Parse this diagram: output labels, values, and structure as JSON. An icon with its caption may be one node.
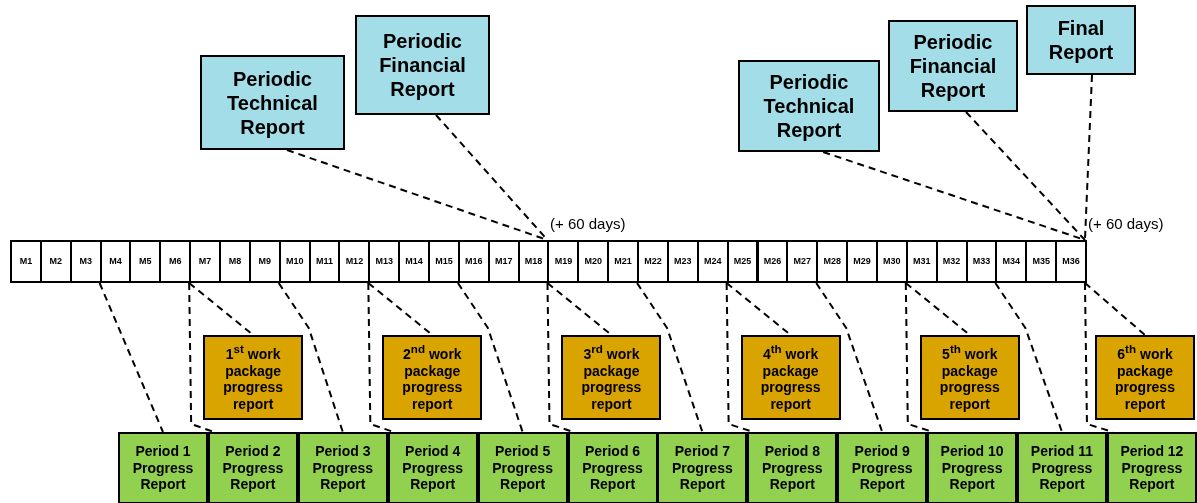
{
  "diagram": {
    "nodes": [
      {
        "text": [
          "Periodic Technical Report"
        ]
      },
      {
        "text": [
          "Periodic Financial Report"
        ]
      },
      {
        "text": [
          "Periodic Technical Report"
        ]
      },
      {
        "text": [
          "Periodic Financial Report"
        ]
      },
      {
        "text": [
          "Final Report"
        ]
      },
      {
        "text": [
          "M1"
        ]
      },
      {
        "text": [
          "M2"
        ]
      },
      {
        "text": [
          "M3"
        ]
      },
      {
        "text": [
          "M4"
        ]
      },
      {
        "text": [
          "M5"
        ]
      },
      {
        "text": [
          "M6"
        ]
      },
      {
        "text": [
          "M7"
        ]
      },
      {
        "text": [
          "M8"
        ]
      },
      {
        "text": [
          "M9"
        ]
      },
      {
        "text": [
          "M10"
        ]
      },
      {
        "text": [
          "M11"
        ]
      },
      {
        "text": [
          "M12"
        ]
      },
      {
        "text": [
          "M13"
        ]
      },
      {
        "text": [
          "M14"
        ]
      },
      {
        "text": [
          "M15"
        ]
      },
      {
        "text": [
          "M16"
        ]
      },
      {
        "text": [
          "M17"
        ]
      },
      {
        "text": [
          "M18"
        ]
      },
      {
        "text": [
          "M19"
        ]
      },
      {
        "text": [
          "M20"
        ]
      },
      {
        "text": [
          "M21"
        ]
      },
      {
        "text": [
          "M22"
        ]
      },
      {
        "text": [
          "M23"
        ]
      },
      {
        "text": [
          "M24"
        ]
      },
      {
        "text": [
          "M25"
        ]
      },
      {
        "text": [
          "M26"
        ]
      },
      {
        "text": [
          "M27"
        ]
      },
      {
        "text": [
          "M28"
        ]
      },
      {
        "text": [
          "M29"
        ]
      },
      {
        "text": [
          "M30"
        ]
      },
      {
        "text": [
          "M31"
        ]
      },
      {
        "text": [
          "M32"
        ]
      },
      {
        "text": [
          "M33"
        ]
      },
      {
        "text": [
          "M34"
        ]
      },
      {
        "text": [
          "M35"
        ]
      },
      {
        "text": [
          "M36"
        ]
      },
      {
        "text": [
          "1$^{st}$ work package progress report"
        ]
      },
      {
        "text": [
          "2$^{nd}$ work package progress report"
        ]
      },
      {
        "text": [
          "3$^{rd}$ work package progress report"
        ]
      },
      {
        "text": [
          "4$^{th}$ work package progress report"
        ]
      },
      {
        "text": [
          "5$^{th}$ work package progress report"
        ]
      },
      {
        "text": [
          "6$^{th}$ work package progress report"
        ]
      },
      {
        "text": [
          "Period 1 Progress Report"
        ]
      },
      {
        "text": [
          "Period 2 Progress Report"
        ]
      },
      {
        "text": [
          "Period 3 Progress Report"
        ]
      },
      {
        "text": [
          "Period 4 Progress Report"
        ]
      },
      {
        "text": [
          "Period 5 Progress Report"
        ]
      },
      {
        "text": [
          "Period 6 Progress Report"
        ]
      },
      {
        "text": [
          "Period 7 Progress Report"
        ]
      },
      {
        "text": [
          "Period 8 Progress Report"
        ]
      },
      {
        "text": [
          "Period 9 Progress Report"
        ]
      },
      {
        "text": [
          "Period 10 Progress Report"
        ]
      },
      {
        "text": [
          "Period 11 Progress Report"
        ]
      },
      {
        "text": [
          "Period 12 Progress Report"
        ]
      }
    ],
    "edges": [
      {
        "from": 0,
        "to": 22,
        "arrow": "none",
        "style": "dashed"
      },
      {
        "from": 1,
        "to": 22,
        "arrow": "none",
        "style": "dashed"
      },
      {
        "from": 2,
        "to": 40,
        "arrow": "none",
        "style": "dashed"
      },
      {
        "from": 3,
        "to": 40,
        "arrow": "none",
        "style": "dashed"
      },
      {
        "from": 4,
        "to": 40,
        "arrow": "none",
        "style": "dashed"
      },
      {
        "from": 7,
        "to": 47,
        "arrow": "none",
        "style": "dashed"
      },
      {
        "from": 10,
        "to": 48,
        "arrow": "none",
        "style": "dashed"
      },
      {
        "from": 10,
        "to": 41,
        "arrow": "none",
        "style": "dashed"
      },
      {
        "from": 13,
        "to": 49,
        "arrow": "none",
        "style": "dashed"
      },
      {
        "from": 16,
        "to": 50,
        "arrow": "none",
        "style": "dashed"
      },
      {
        "from": 16,
        "to": 42,
        "arrow": "none",
        "style": "dashed"
      },
      {
        "from": 19,
        "to": 51,
        "arrow": "none",
        "style": "dashed"
      },
      {
        "from": 22,
        "to": 52,
        "arrow": "none",
        "style": "dashed"
      },
      {
        "from": 22,
        "to": 43,
        "arrow": "none",
        "style": "dashed"
      },
      {
        "from": 25,
        "to": 53,
        "arrow": "none",
        "style": "dashed"
      },
      {
        "from": 28,
        "to": 54,
        "arrow": "none",
        "style": "dashed"
      },
      {
        "from": 28,
        "to": 44,
        "arrow": "none",
        "style": "dashed"
      },
      {
        "from": 31,
        "to": 55,
        "arrow": "none",
        "style": "dashed"
      },
      {
        "from": 34,
        "to": 56,
        "arrow": "none",
        "style": "dashed"
      },
      {
        "from": 34,
        "to": 45,
        "arrow": "none",
        "style": "dashed"
      },
      {
        "from": 37,
        "to": 57,
        "arrow": "none",
        "style": "dashed"
      },
      {
        "from": 40,
        "to": 58,
        "arrow": "none",
        "style": "dashed"
      },
      {
        "from": 40,
        "to": 46,
        "arrow": "none",
        "style": "dashed"
      }
    ],
    "labels": [
      "(+ 60 days)",
      "(+ 60 days)"
    ]
  }
}
